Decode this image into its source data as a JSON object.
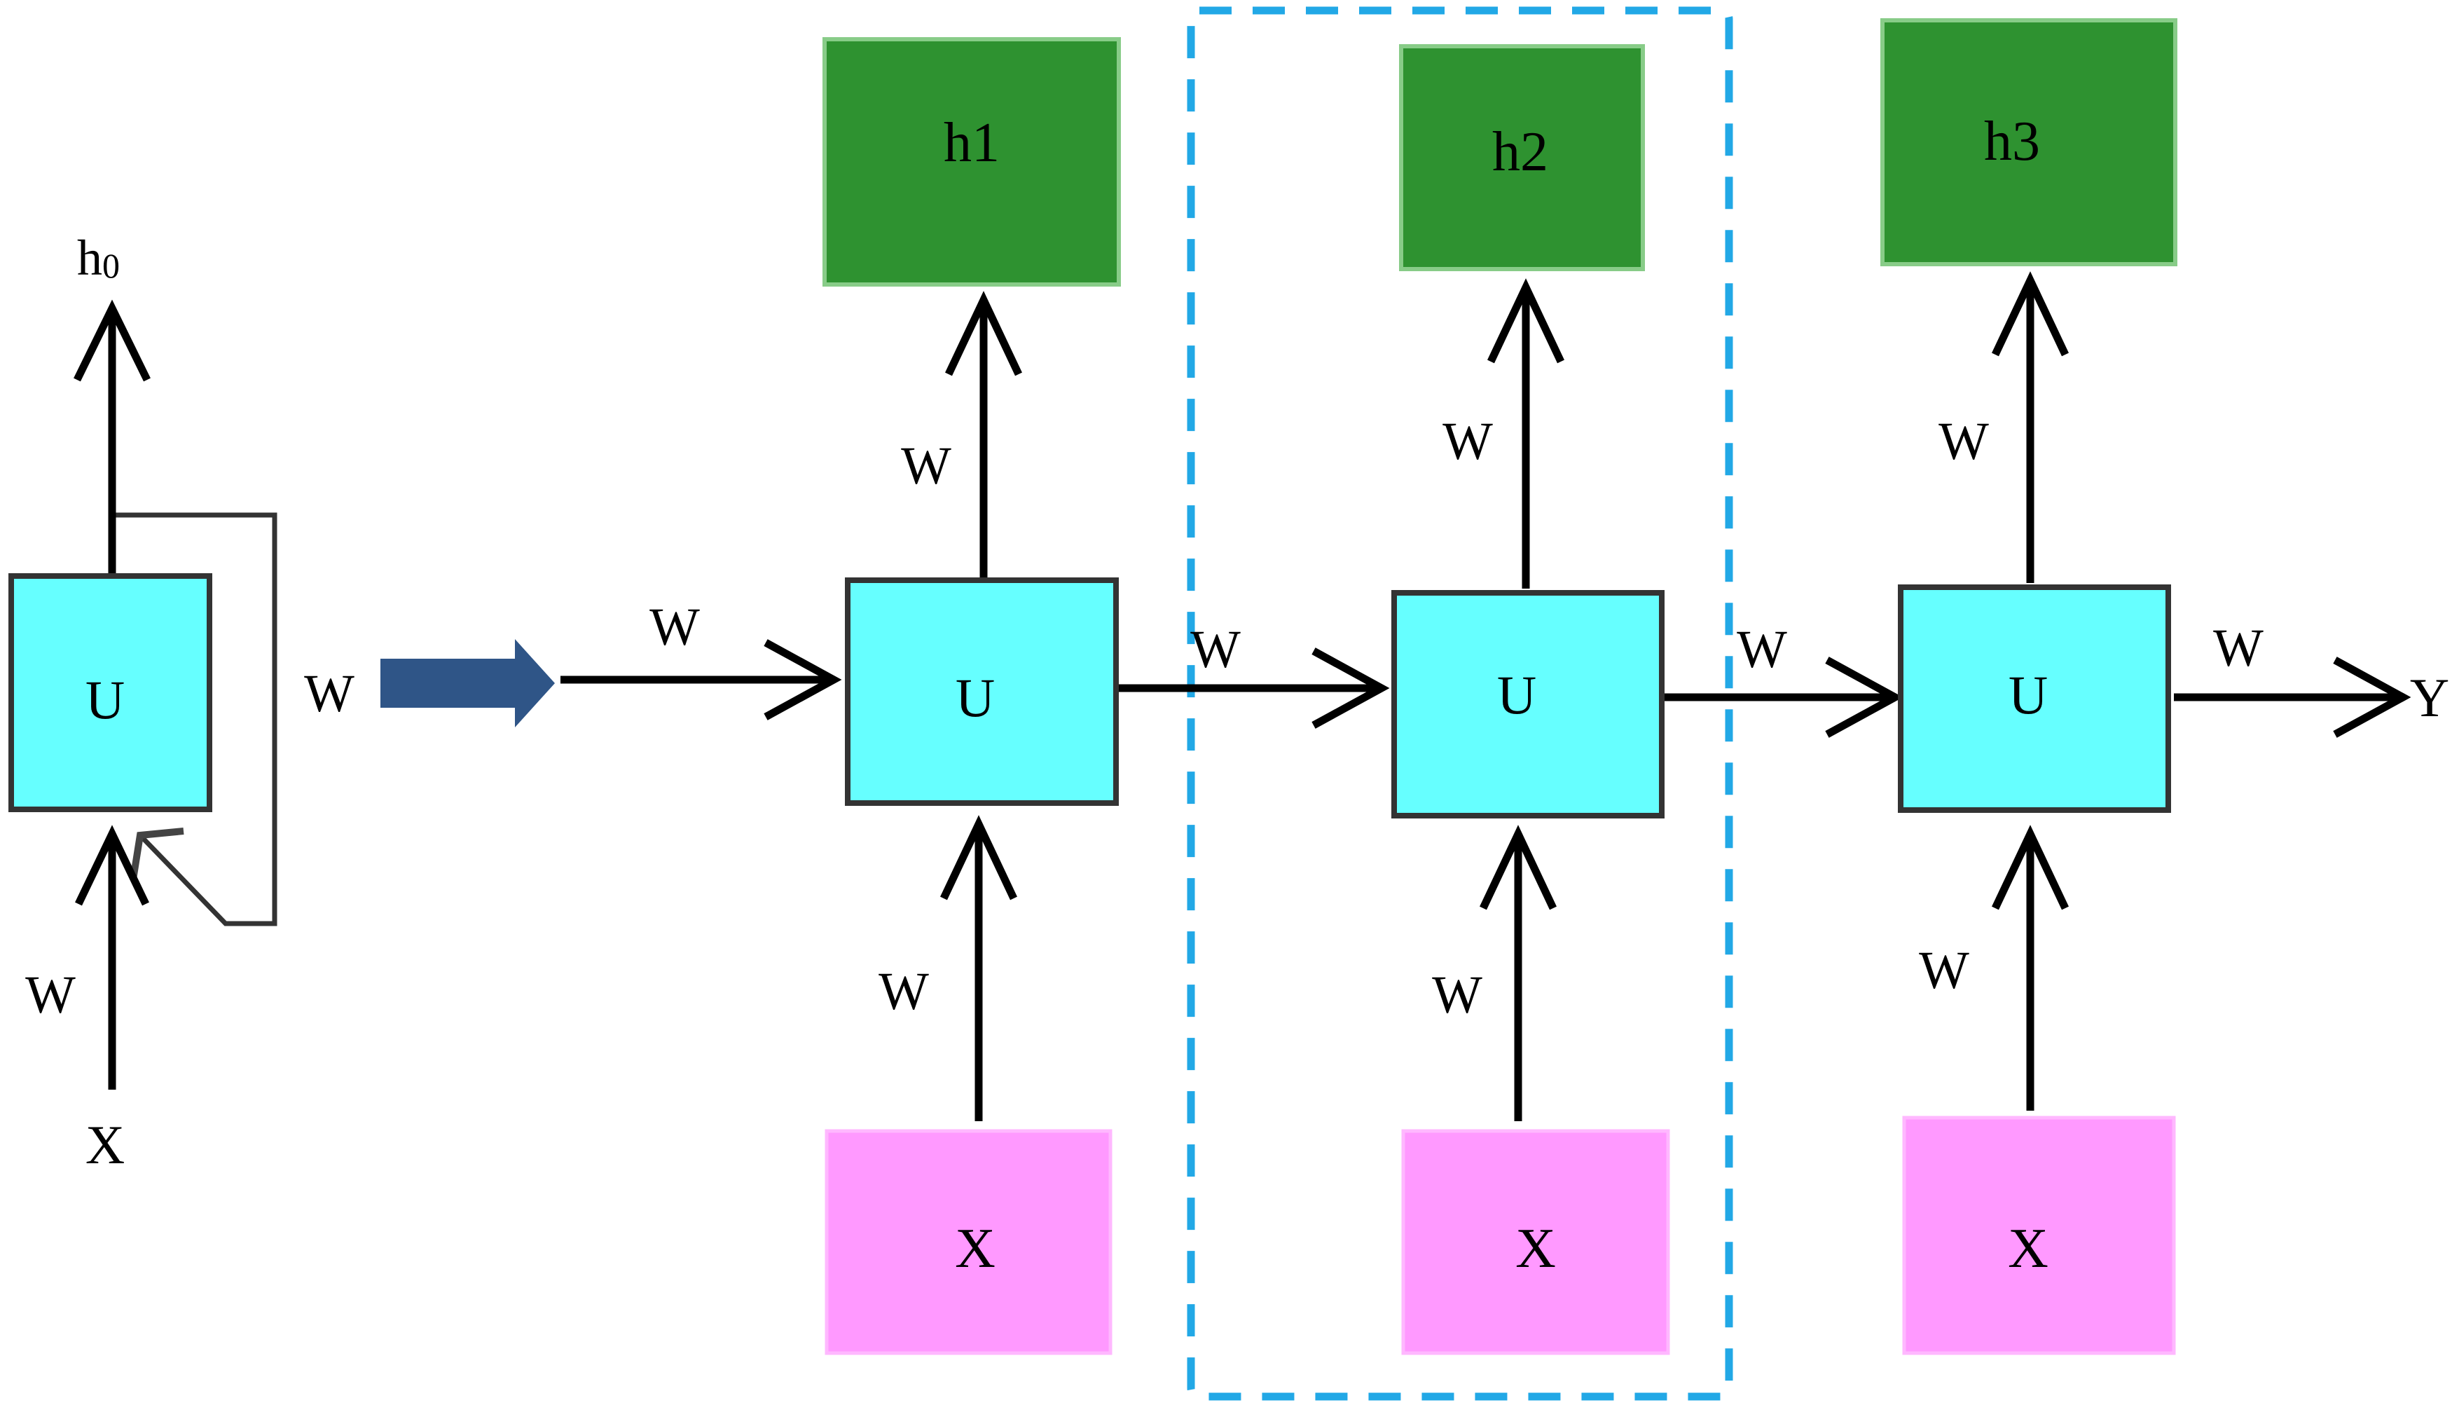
{
  "diagram": {
    "colors": {
      "cell_fill": "#66ffff",
      "output_fill": "#2e9230",
      "input_fill": "#ff99ff",
      "unfold_arrow": "#2f5587",
      "highlight_frame": "#22a8e6"
    },
    "folded": {
      "cell_label": "U",
      "input_label": "X",
      "input_weight_label": "W",
      "recurrent_weight_label": "W",
      "output_label": "h",
      "output_subscript": "0"
    },
    "unfolded": {
      "entry_weight_label": "W",
      "exit_weight_label": "W",
      "exit_label": "Y",
      "steps": [
        {
          "cell_label": "U",
          "input_label": "X",
          "output_label": "h1",
          "input_weight_label": "W",
          "output_weight_label": "W",
          "next_weight_label": "W"
        },
        {
          "cell_label": "U",
          "input_label": "X",
          "output_label": "h2",
          "input_weight_label": "W",
          "output_weight_label": "W",
          "next_weight_label": "W"
        },
        {
          "cell_label": "U",
          "input_label": "X",
          "output_label": "h3",
          "input_weight_label": "W",
          "output_weight_label": "W"
        }
      ]
    }
  }
}
